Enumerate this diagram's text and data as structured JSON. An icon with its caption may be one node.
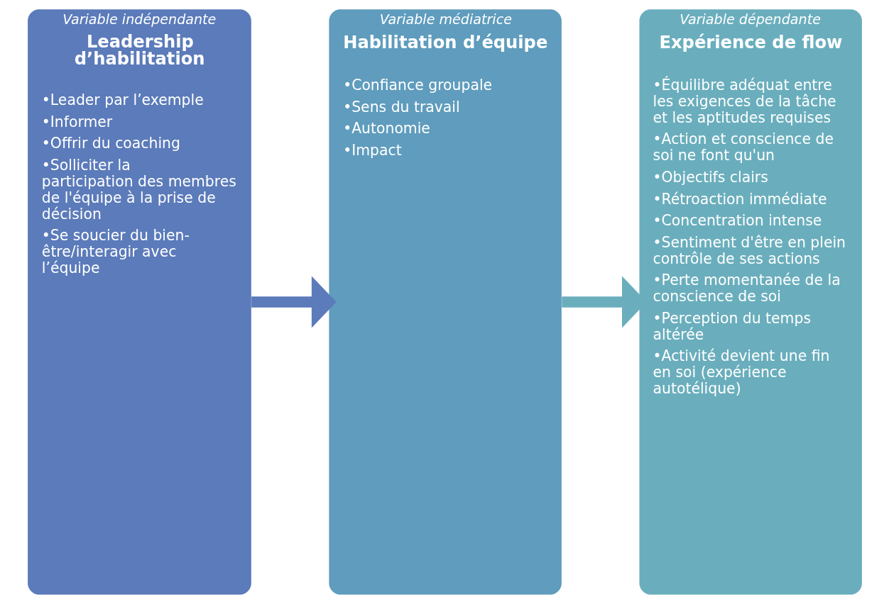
{
  "diagram": {
    "nodes": [
      {
        "text": [
          "Variable indépendante",
          "Leadership d’habilitation",
          "•Leader par l’exemple",
          "•Informer",
          "•Offrir du coaching",
          "•Solliciter la participation des membres de l'équipe à la prise de décision",
          "•Se soucier du bien-être/interagir avec l’équipe"
        ]
      },
      {
        "text": [
          "Variable médiatrice",
          "Habilitation d’équipe",
          "•Confiance groupale",
          "•Sens du travail",
          "•Autonomie",
          "•Impact"
        ]
      },
      {
        "text": [
          "Variable dépendante",
          "Expérience de flow",
          "•Équilibre adéquat entre les exigences de la tâche et les aptitudes requises",
          "•Action et conscience de soi ne font qu'un",
          "•Objectifs clairs",
          "•Rétroaction immédiate",
          "•Concentration intense",
          "•Sentiment d'être en plein contrôle de ses actions",
          "•Perte momentanée de la conscience de soi",
          "•Perception du temps altérée",
          "•Activité devient une fin en soi (expérience autotélique)"
        ]
      }
    ],
    "edges": [
      {
        "from": 0,
        "to": 1,
        "arrow": "to",
        "color": "#5b7bba"
      },
      {
        "from": 1,
        "to": 2,
        "arrow": "to",
        "color": "#6aaebd"
      }
    ]
  }
}
